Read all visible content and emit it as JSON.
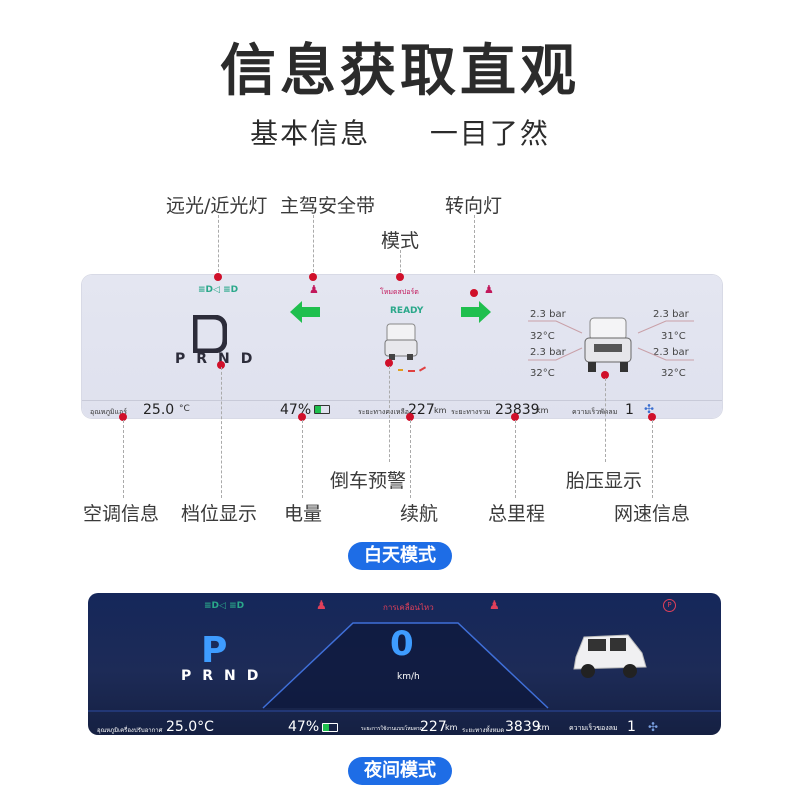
{
  "header": {
    "title": "信息获取直观",
    "subtitle_left": "基本信息",
    "subtitle_right": "一目了然"
  },
  "callouts": {
    "headlight": "远光/近光灯",
    "seatbelt": "主驾安全带",
    "mode": "模式",
    "turn_signal": "转向灯",
    "ac_info": "空调信息",
    "gear_display": "档位显示",
    "battery": "电量",
    "reverse_warning": "倒车预警",
    "range": "续航",
    "odometer": "总里程",
    "tire_pressure": "胎压显示",
    "fan_speed": "网速信息"
  },
  "day_mode": {
    "label": "白天模式",
    "drive_mode_text": "โหมดสปอร์ต",
    "ready": "READY",
    "gear": "D",
    "prnd": "PRND",
    "ac_label": "อุณหภูมิแอร์",
    "ac_temp": "25.0",
    "ac_unit": "°C",
    "battery": "47%",
    "range_label": "ระยะทางคงเหลือ",
    "range_value": "227",
    "range_unit": "km",
    "odo_label": "ระยะทางรวม",
    "odo_value": "23839",
    "odo_unit": "km",
    "fan_label": "ความเร็วพัดลม",
    "fan_value": "1",
    "tires": {
      "fl_pressure": "2.3",
      "fl_temp": "32",
      "fr_pressure": "2.3",
      "fr_temp": "31",
      "rl_pressure": "2.3",
      "rl_temp": "32",
      "rr_pressure": "2.3",
      "rr_temp": "32",
      "pressure_unit": "bar",
      "temp_unit": "°C"
    }
  },
  "night_mode": {
    "label": "夜间模式",
    "warning_text": "การเคลื่อนไหว",
    "gear": "P",
    "prnd": "PRND",
    "speed": "0",
    "speed_unit": "km/h",
    "ac_label": "อุณหภูมิเครื่องปรับอากาศ",
    "ac_temp": "25.0°C",
    "battery": "47%",
    "range_label": "ระยะการใช้งานแบบโหมดรถ",
    "range_value": "227",
    "range_unit": "km",
    "odo_label": "ระยะทางทั้งหมด",
    "odo_value": "3839",
    "odo_unit": "km",
    "fan_label": "ความเร็วของลม",
    "fan_value": "1"
  },
  "colors": {
    "accent_blue": "#1e6de6",
    "marker_red": "#d0102a",
    "arrow_green": "#1fbf4e",
    "teal_icon": "#2aa88a"
  }
}
